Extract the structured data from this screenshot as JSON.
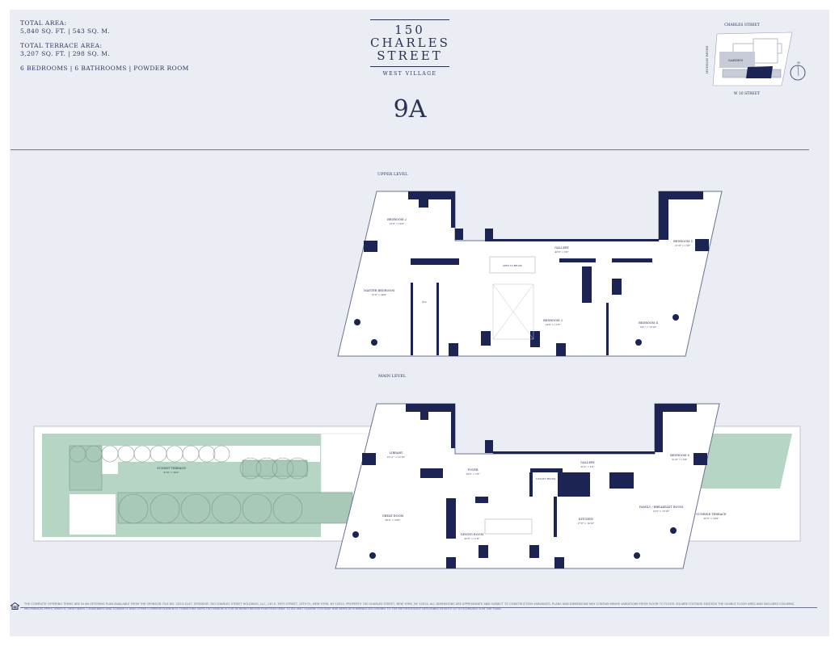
{
  "specs": {
    "total_area_label": "TOTAL AREA:",
    "total_area_value": "5,840 SQ. FT.  |  543 SQ. M.",
    "terrace_area_label": "TOTAL TERRACE AREA:",
    "terrace_area_value": "3,207 SQ. FT.  |  298 SQ. M.",
    "rooms": "6 BEDROOMS  |  6 BATHROOMS  |  POWDER ROOM"
  },
  "logo": {
    "line1": "150",
    "line2": "CHARLES",
    "line3": "STREET",
    "sub": "WEST VILLAGE"
  },
  "unit": "9A",
  "keyplan": {
    "north_street": "CHARLES STREET",
    "south_street": "W 10 STREET",
    "west": "HUDSON RIVER",
    "garden": "GARDEN",
    "north": "N"
  },
  "upper": {
    "title": "UPPER LEVEL",
    "rooms": [
      {
        "name": "BEDROOM 2",
        "dims": "12'0\" × 14'0\""
      },
      {
        "name": "MASTER BEDROOM",
        "dims": "15'9\" × 24'8\""
      },
      {
        "name": "GALLERY",
        "dims": "40'0\" × 3'0\""
      },
      {
        "name": "BEDROOM 3",
        "dims": "14'8\" × 11'6\""
      },
      {
        "name": "BEDROOM 4",
        "dims": "14'1\" × 16'10\""
      },
      {
        "name": "BEDROOM 5",
        "dims": "9'10\" × 13'8\""
      },
      {
        "name": "OPEN TO BELOW"
      },
      {
        "name": "W/C"
      }
    ]
  },
  "main": {
    "title": "MAIN LEVEL",
    "rooms": [
      {
        "name": "LIBRARY",
        "dims": "12'11\" × 12'10\""
      },
      {
        "name": "FOYER",
        "dims": "18'3\" × 7'8\""
      },
      {
        "name": "GALLERY",
        "dims": "32'2\" × 4'2\""
      },
      {
        "name": "UTILITY ROOM"
      },
      {
        "name": "GREAT ROOM",
        "dims": "20'4\" × 23'6\""
      },
      {
        "name": "DINING ROOM",
        "dims": "20'5\" × 11'8\""
      },
      {
        "name": "KITCHEN",
        "dims": "17'8\" × 14'10\""
      },
      {
        "name": "FAMILY / BREAKFAST ROOM",
        "dims": "13'0\" × 16'10\""
      },
      {
        "name": "BEDROOM 6",
        "dims": "9'10\" × 13'8\""
      },
      {
        "name": "SUNSET TERRACE",
        "dims": "81'4\" × 34'9\""
      },
      {
        "name": "SUNRISE TERRACE",
        "dims": "20'3\" × 26'9\""
      }
    ]
  },
  "disclaimer": "THE COMPLETE OFFERING TERMS ARE IN AN OFFERING PLAN AVAILABLE FROM THE SPONSOR. FILE NO. CD13-0147. SPONSOR: 150 CHARLES STREET HOLDINGS, LLC, 130 E. 59TH STREET, 15TH FL, NEW YORK, NY 10022. PROPERTY: 150 CHARLES STREET, NEW YORK, NY 10014. ALL DIMENSIONS ARE APPROXIMATE AND SUBJECT TO CONSTRUCTION VARIANCES. PLANS AND DIMENSIONS MAY CONTAIN MINOR VARIATIONS FROM FLOOR TO FLOOR. SQUARE FOOTAGE EXCEEDS THE USABLE FLOOR AREA AND INCLUDES COLUMNS, MECHANICAL PIPES, SHAFTS, SHAFTWAYS, CHASEWAYS AND CONDUITS AND OTHER COMMON ELEMENTS. FURNITURE DEPICTED HEREIN IS FOR DEMONSTRATION PURPOSES ONLY. TOTAL UNIT SQUARE FOOTAGE HAS BEEN DETERMINED ACCORDING TO THE METHODOLOGY DESCRIBED IN NOTE 20 TO SCHEDULE A IN THE PLAN.",
  "colors": {
    "navy": "#1b2452",
    "terrace": "#b6d5c5",
    "background": "#eaedf3"
  }
}
